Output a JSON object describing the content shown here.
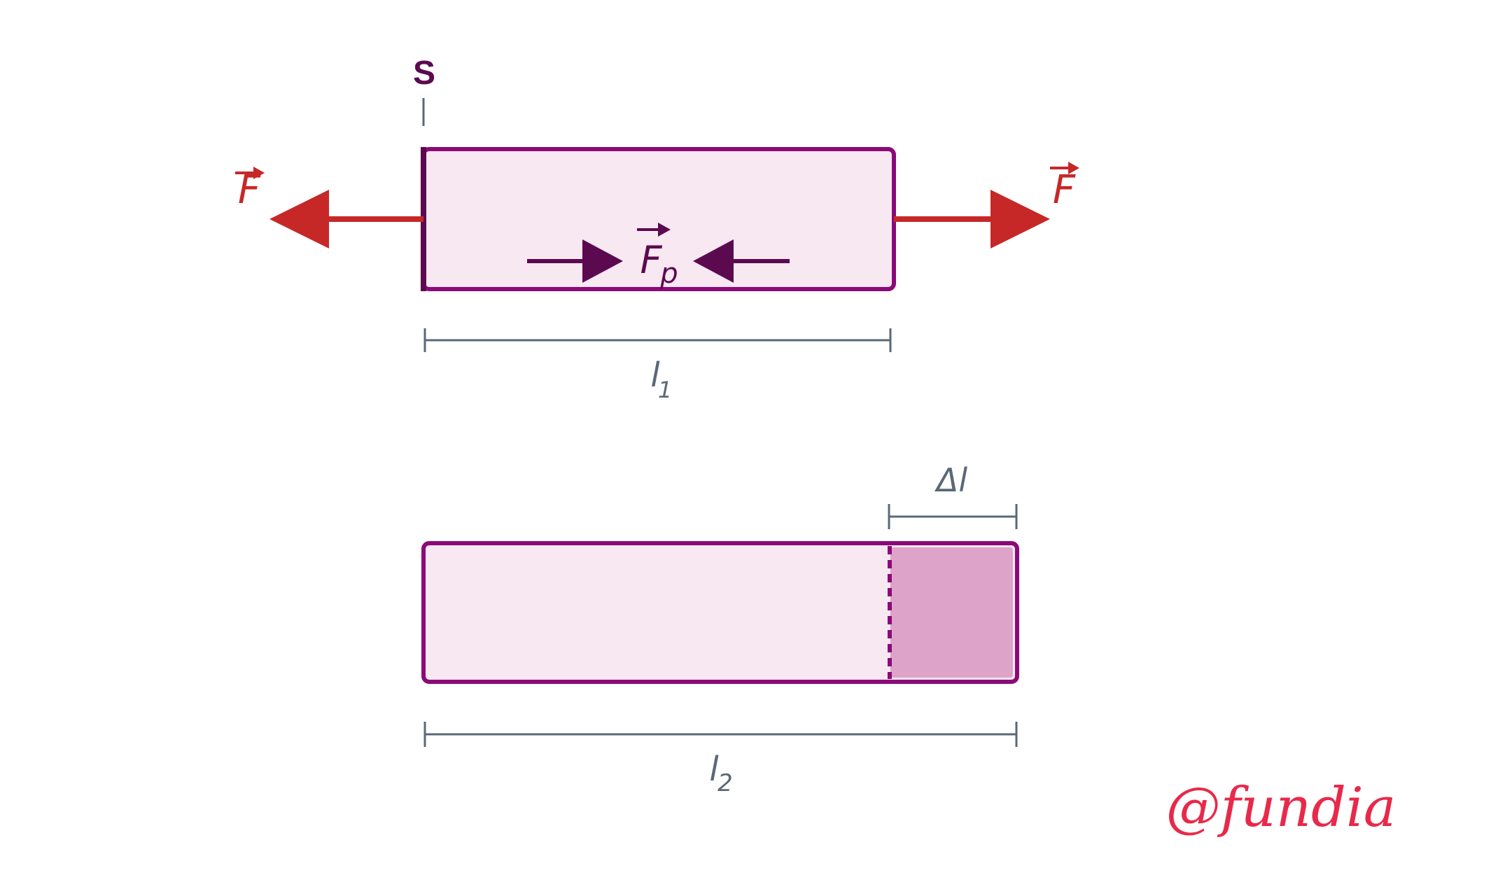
{
  "labels": {
    "support": "S",
    "force_left": "F",
    "force_right": "F",
    "inner_force": "F",
    "inner_force_sub": "p",
    "length1": "l",
    "length1_sub": "1",
    "length2": "l",
    "length2_sub": "2",
    "delta": "Δl"
  },
  "watermark": "@fundia",
  "colors": {
    "bar_stroke": "#8b0a78",
    "bar_fill": "#f7e8f2",
    "extension_fill": "#dda3c9",
    "force_red": "#c62828",
    "inner_force": "#5c0a4f",
    "dimension": "#5a6878",
    "watermark": "#e8294a"
  },
  "icons": {
    "arrow_left": "arrow-left-icon",
    "arrow_right": "arrow-right-icon",
    "vector_mark": "vector-arrow-icon"
  }
}
